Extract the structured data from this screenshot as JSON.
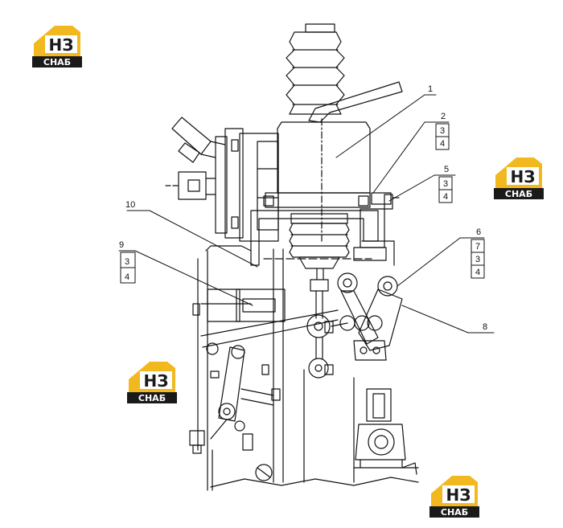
{
  "logo": {
    "mark": "НЗ",
    "caption": "СНАБ",
    "accent": "#f2b820",
    "dark": "#1a1a1a"
  },
  "callouts": [
    {
      "id": "c1",
      "text": "1"
    },
    {
      "id": "c2",
      "text": "2"
    },
    {
      "id": "c2a",
      "text": "3"
    },
    {
      "id": "c2b",
      "text": "4"
    },
    {
      "id": "c5",
      "text": "5"
    },
    {
      "id": "c5a",
      "text": "3"
    },
    {
      "id": "c5b",
      "text": "4"
    },
    {
      "id": "c6",
      "text": "6"
    },
    {
      "id": "c6a",
      "text": "7"
    },
    {
      "id": "c6b",
      "text": "3"
    },
    {
      "id": "c6c",
      "text": "4"
    },
    {
      "id": "c8",
      "text": "8"
    },
    {
      "id": "c9",
      "text": "9"
    },
    {
      "id": "c9a",
      "text": "3"
    },
    {
      "id": "c9b",
      "text": "4"
    },
    {
      "id": "c10",
      "text": "10"
    }
  ]
}
